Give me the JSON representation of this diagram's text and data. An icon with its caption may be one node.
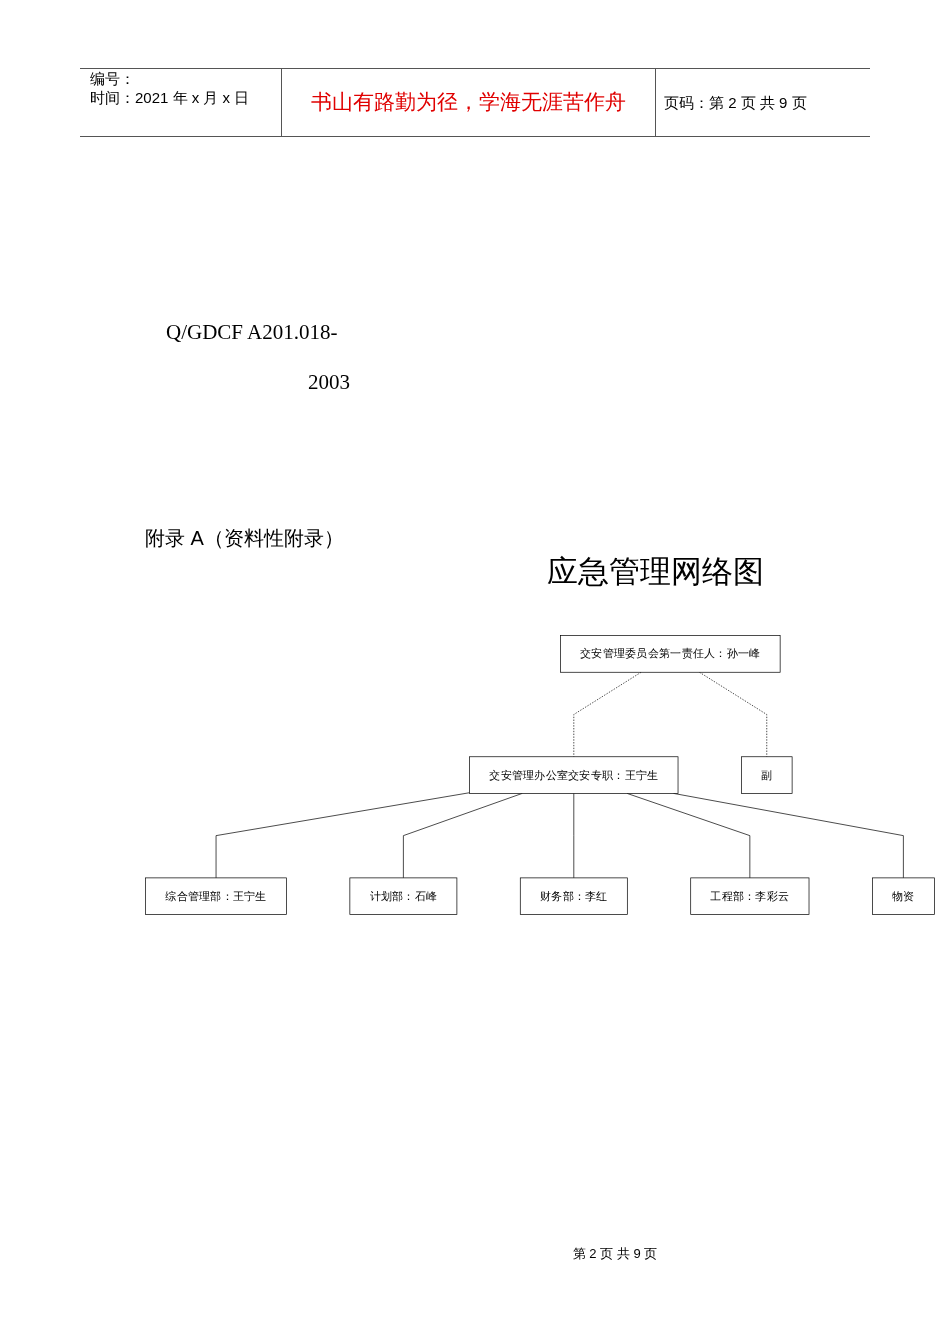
{
  "diagram": {
    "title": "应急管理网络图",
    "nodes": [
      {
        "text": [
          "交安管理委员会第一责任人：孙一峰"
        ]
      },
      {
        "text": [
          "交安管理办公室交安专职：王宁生"
        ]
      },
      {
        "text": [
          "副"
        ]
      },
      {
        "text": [
          "综合管理部：王宁生"
        ]
      },
      {
        "text": [
          "计划部：石峰"
        ]
      },
      {
        "text": [
          "财务部：李红"
        ]
      },
      {
        "text": [
          "工程部：李彩云"
        ]
      },
      {
        "text": [
          "物资"
        ]
      }
    ],
    "edges": [
      {
        "from": 0,
        "to": 1,
        "arrow": "none",
        "style": "dashed"
      },
      {
        "from": 0,
        "to": 2,
        "arrow": "none",
        "style": "dashed"
      },
      {
        "from": 1,
        "to": 3,
        "arrow": "none"
      },
      {
        "from": 1,
        "to": 4,
        "arrow": "none"
      },
      {
        "from": 1,
        "to": 5,
        "arrow": "none"
      },
      {
        "from": 1,
        "to": 6,
        "arrow": "none"
      },
      {
        "from": 1,
        "to": 7,
        "arrow": "none"
      }
    ],
    "labels": [
      "编号：",
      "时间：2021 年 x 月 x 日",
      "书山有路勤为径，学海无涯苦作舟",
      "页码：第 2 页 共 9 页",
      "Q/GDCF A201.018-",
      "2003",
      "附录 A（资料性附录）",
      "第 2 页 共 9 页"
    ]
  }
}
